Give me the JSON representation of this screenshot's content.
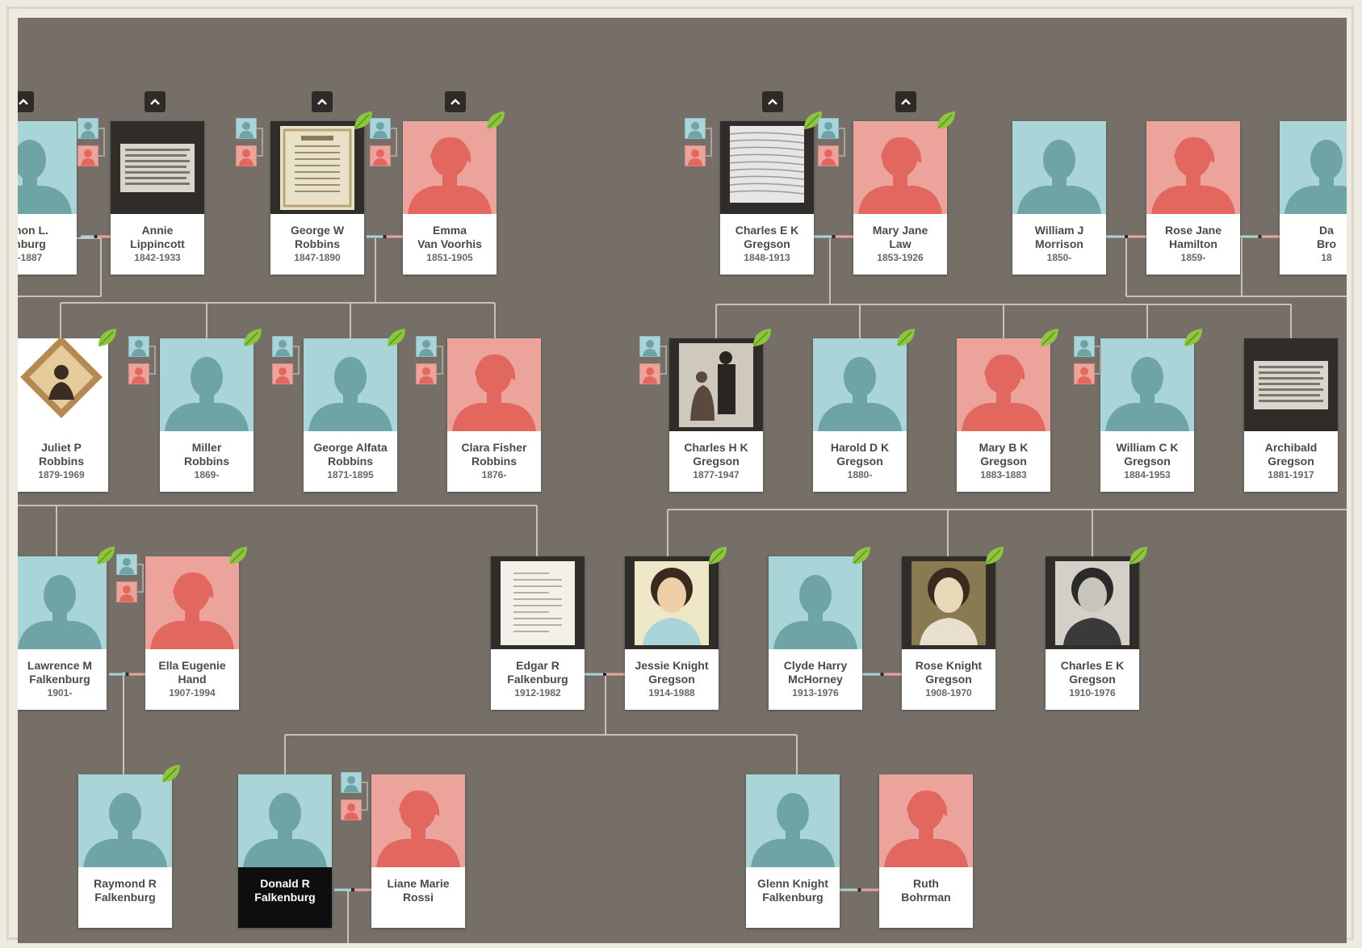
{
  "colors": {
    "canvas": "#756f68",
    "male": "#a9d4d8",
    "female": "#eba39c",
    "male_silhouette": "#6fa4a6",
    "female_silhouette": "#e2675e",
    "line": "#c7c2b9",
    "leaf": "#8cc63f"
  },
  "expand_icon": "chevron-up-icon",
  "hint_icon": "leaf-icon",
  "people": [
    {
      "id": "p0",
      "name": "mon L.",
      "name2": "nburg",
      "dates": "-1887",
      "gender": "male",
      "photo": "silhouette",
      "hint": false
    },
    {
      "id": "p1",
      "name": "Annie",
      "name2": "Lippincott",
      "dates": "1842-1933",
      "gender": "female",
      "photo": "newspaper",
      "hint": false
    },
    {
      "id": "p2",
      "name": "George W",
      "name2": "Robbins",
      "dates": "1847-1890",
      "gender": "male",
      "photo": "certificate",
      "hint": true
    },
    {
      "id": "p3",
      "name": "Emma",
      "name2": "Van Voorhis",
      "dates": "1851-1905",
      "gender": "female",
      "photo": "silhouette",
      "hint": true
    },
    {
      "id": "p4",
      "name": "Charles E K",
      "name2": "Gregson",
      "dates": "1848-1913",
      "gender": "male",
      "photo": "letter",
      "hint": true
    },
    {
      "id": "p5",
      "name": "Mary Jane",
      "name2": "Law",
      "dates": "1853-1926",
      "gender": "female",
      "photo": "silhouette",
      "hint": true
    },
    {
      "id": "p6",
      "name": "William J",
      "name2": "Morrison",
      "dates": "1850-",
      "gender": "male",
      "photo": "silhouette",
      "hint": false
    },
    {
      "id": "p7",
      "name": "Rose Jane",
      "name2": "Hamilton",
      "dates": "1859-",
      "gender": "female",
      "photo": "silhouette",
      "hint": false
    },
    {
      "id": "p8",
      "name": "Da",
      "name2": "Bro",
      "dates": "18",
      "gender": "male",
      "photo": "silhouette",
      "hint": false
    },
    {
      "id": "p9",
      "name": "Juliet P",
      "name2": "Robbins",
      "dates": "1879-1969",
      "gender": "female",
      "photo": "framed-portrait",
      "hint": true
    },
    {
      "id": "p10",
      "name": "Miller",
      "name2": "Robbins",
      "dates": "1869-",
      "gender": "male",
      "photo": "silhouette",
      "hint": true
    },
    {
      "id": "p11",
      "name": "George Alfata",
      "name2": "Robbins",
      "dates": "1871-1895",
      "gender": "male",
      "photo": "silhouette",
      "hint": true
    },
    {
      "id": "p12",
      "name": "Clara Fisher",
      "name2": "Robbins",
      "dates": "1876-",
      "gender": "female",
      "photo": "silhouette",
      "hint": false
    },
    {
      "id": "p13",
      "name": "Charles H K",
      "name2": "Gregson",
      "dates": "1877-1947",
      "gender": "male",
      "photo": "old-photo",
      "hint": true
    },
    {
      "id": "p14",
      "name": "Harold D K",
      "name2": "Gregson",
      "dates": "1880-",
      "gender": "male",
      "photo": "silhouette",
      "hint": true
    },
    {
      "id": "p15",
      "name": "Mary B K",
      "name2": "Gregson",
      "dates": "1883-1883",
      "gender": "female",
      "photo": "silhouette",
      "hint": true
    },
    {
      "id": "p16",
      "name": "William C K",
      "name2": "Gregson",
      "dates": "1884-1953",
      "gender": "male",
      "photo": "silhouette",
      "hint": true
    },
    {
      "id": "p17",
      "name": "Archibald",
      "name2": "Gregson",
      "dates": "1881-1917",
      "gender": "male",
      "photo": "document",
      "hint": false
    },
    {
      "id": "p18",
      "name": "Lawrence M",
      "name2": "Falkenburg",
      "dates": "1901-",
      "gender": "male",
      "photo": "silhouette",
      "hint": true
    },
    {
      "id": "p19",
      "name": "Ella Eugenie",
      "name2": "Hand",
      "dates": "1907-1994",
      "gender": "female",
      "photo": "silhouette",
      "hint": true
    },
    {
      "id": "p20",
      "name": "Edgar R",
      "name2": "Falkenburg",
      "dates": "1912-1982",
      "gender": "male",
      "photo": "page",
      "hint": false
    },
    {
      "id": "p21",
      "name": "Jessie Knight",
      "name2": "Gregson",
      "dates": "1914-1988",
      "gender": "female",
      "photo": "portrait-color",
      "hint": true
    },
    {
      "id": "p22",
      "name": "Clyde Harry",
      "name2": "McHorney",
      "dates": "1913-1976",
      "gender": "male",
      "photo": "silhouette",
      "hint": true
    },
    {
      "id": "p23",
      "name": "Rose Knight",
      "name2": "Gregson",
      "dates": "1908-1970",
      "gender": "female",
      "photo": "portrait-sepia",
      "hint": true
    },
    {
      "id": "p24",
      "name": "Charles E K",
      "name2": "Gregson",
      "dates": "1910-1976",
      "gender": "male",
      "photo": "portrait-bw",
      "hint": true
    },
    {
      "id": "p25",
      "name": "Raymond R",
      "name2": "Falkenburg",
      "dates": "",
      "gender": "male",
      "photo": "silhouette",
      "hint": true
    },
    {
      "id": "p26",
      "name": "Donald R",
      "name2": "Falkenburg",
      "dates": "",
      "gender": "male",
      "photo": "silhouette",
      "hint": false,
      "selected": true
    },
    {
      "id": "p27",
      "name": "Liane Marie",
      "name2": "Rossi",
      "dates": "",
      "gender": "female",
      "photo": "silhouette",
      "hint": false
    },
    {
      "id": "p28",
      "name": "Glenn Knight",
      "name2": "Falkenburg",
      "dates": "",
      "gender": "male",
      "photo": "silhouette",
      "hint": false
    },
    {
      "id": "p29",
      "name": "Ruth",
      "name2": "Bohrman",
      "dates": "",
      "gender": "female",
      "photo": "silhouette",
      "hint": false
    }
  ]
}
